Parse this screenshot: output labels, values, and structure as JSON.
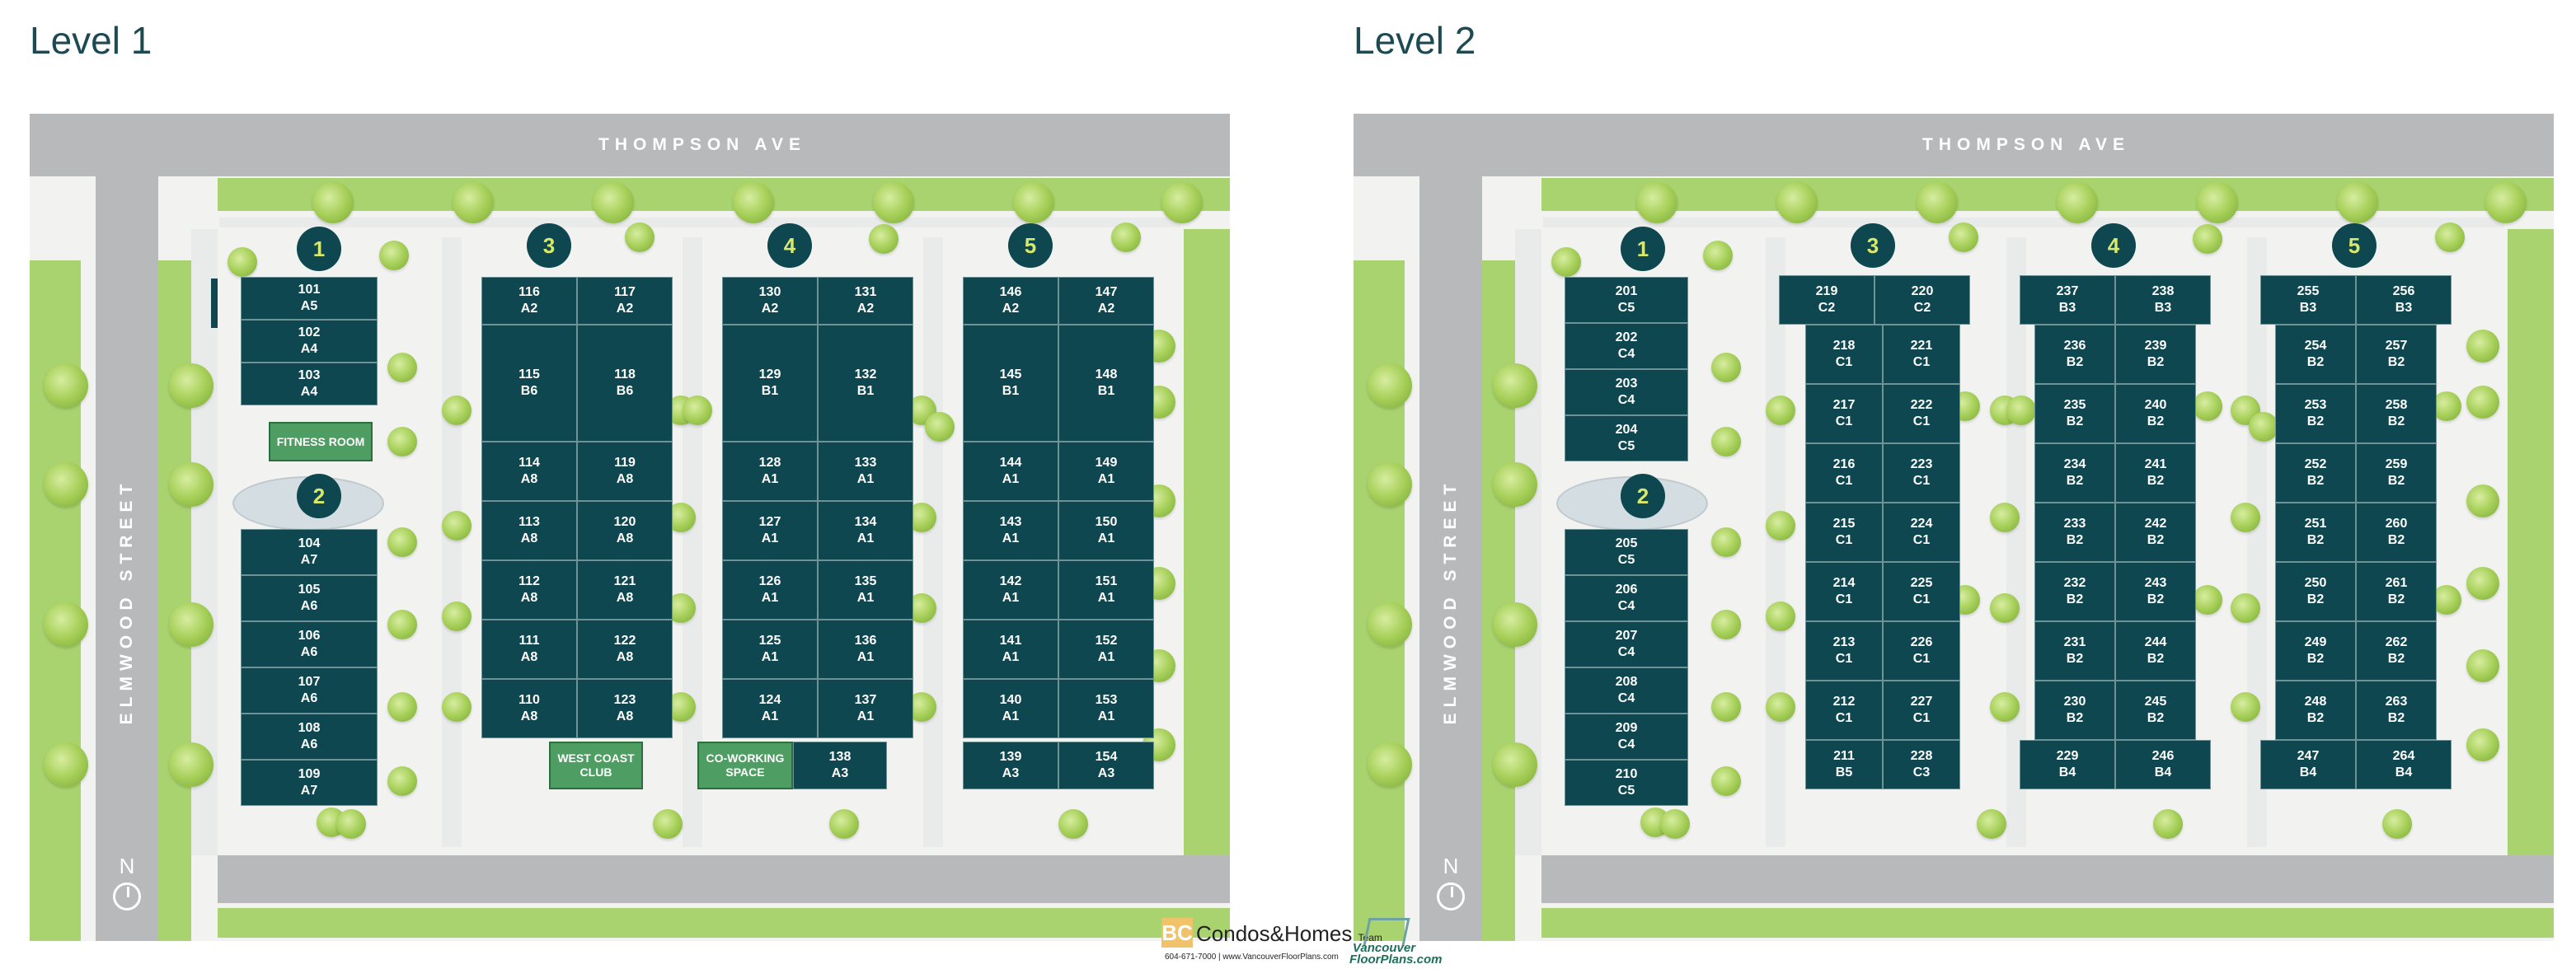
{
  "levels": [
    {
      "title": "Level 1",
      "street_top": "THOMPSON AVE",
      "street_left": "ELMWOOD STREET",
      "north": "N",
      "buildings": [
        "1",
        "2",
        "3",
        "4",
        "5"
      ],
      "amenities": {
        "fitness": "FITNESS ROOM",
        "west_coast": "WEST COAST CLUB",
        "coworking": "CO-WORKING SPACE"
      },
      "b1_top": [
        [
          "101",
          "A5"
        ],
        [
          "102",
          "A4"
        ],
        [
          "103",
          "A4"
        ]
      ],
      "b1_bottom": [
        [
          "104",
          "A7"
        ],
        [
          "105",
          "A6"
        ],
        [
          "106",
          "A6"
        ],
        [
          "107",
          "A6"
        ],
        [
          "108",
          "A6"
        ],
        [
          "109",
          "A7"
        ]
      ],
      "b3_top": [
        [
          "116",
          "A2"
        ],
        [
          "117",
          "A2"
        ]
      ],
      "b3_mid": [
        [
          "115",
          "B6"
        ],
        [
          "118",
          "B6"
        ]
      ],
      "b3_rows": [
        [
          [
            "114",
            "A8"
          ],
          [
            "119",
            "A8"
          ]
        ],
        [
          [
            "113",
            "A8"
          ],
          [
            "120",
            "A8"
          ]
        ],
        [
          [
            "112",
            "A8"
          ],
          [
            "121",
            "A8"
          ]
        ],
        [
          [
            "111",
            "A8"
          ],
          [
            "122",
            "A8"
          ]
        ],
        [
          [
            "110",
            "A8"
          ],
          [
            "123",
            "A8"
          ]
        ]
      ],
      "b4_top": [
        [
          "130",
          "A2"
        ],
        [
          "131",
          "A2"
        ]
      ],
      "b4_mid": [
        [
          "129",
          "B1"
        ],
        [
          "132",
          "B1"
        ]
      ],
      "b4_rows": [
        [
          [
            "128",
            "A1"
          ],
          [
            "133",
            "A1"
          ]
        ],
        [
          [
            "127",
            "A1"
          ],
          [
            "134",
            "A1"
          ]
        ],
        [
          [
            "126",
            "A1"
          ],
          [
            "135",
            "A1"
          ]
        ],
        [
          [
            "125",
            "A1"
          ],
          [
            "136",
            "A1"
          ]
        ],
        [
          [
            "124",
            "A1"
          ],
          [
            "137",
            "A1"
          ]
        ]
      ],
      "b4_last": [
        "138",
        "A3"
      ],
      "b5_top": [
        [
          "146",
          "A2"
        ],
        [
          "147",
          "A2"
        ]
      ],
      "b5_mid": [
        [
          "145",
          "B1"
        ],
        [
          "148",
          "B1"
        ]
      ],
      "b5_rows": [
        [
          [
            "144",
            "A1"
          ],
          [
            "149",
            "A1"
          ]
        ],
        [
          [
            "143",
            "A1"
          ],
          [
            "150",
            "A1"
          ]
        ],
        [
          [
            "142",
            "A1"
          ],
          [
            "151",
            "A1"
          ]
        ],
        [
          [
            "141",
            "A1"
          ],
          [
            "152",
            "A1"
          ]
        ],
        [
          [
            "140",
            "A1"
          ],
          [
            "153",
            "A1"
          ]
        ]
      ],
      "b5_last": [
        [
          "139",
          "A3"
        ],
        [
          "154",
          "A3"
        ]
      ]
    },
    {
      "title": "Level 2",
      "street_top": "THOMPSON AVE",
      "street_left": "ELMWOOD STREET",
      "north": "N",
      "buildings": [
        "1",
        "2",
        "3",
        "4",
        "5"
      ],
      "b1_top": [
        [
          "201",
          "C5"
        ],
        [
          "202",
          "C4"
        ],
        [
          "203",
          "C4"
        ],
        [
          "204",
          "C5"
        ]
      ],
      "b1_bottom": [
        [
          "205",
          "C5"
        ],
        [
          "206",
          "C4"
        ],
        [
          "207",
          "C4"
        ],
        [
          "208",
          "C4"
        ],
        [
          "209",
          "C4"
        ],
        [
          "210",
          "C5"
        ]
      ],
      "b3_top": [
        [
          "219",
          "C2"
        ],
        [
          "220",
          "C2"
        ]
      ],
      "b3_rows": [
        [
          [
            "218",
            "C1"
          ],
          [
            "221",
            "C1"
          ]
        ],
        [
          [
            "217",
            "C1"
          ],
          [
            "222",
            "C1"
          ]
        ],
        [
          [
            "216",
            "C1"
          ],
          [
            "223",
            "C1"
          ]
        ],
        [
          [
            "215",
            "C1"
          ],
          [
            "224",
            "C1"
          ]
        ],
        [
          [
            "214",
            "C1"
          ],
          [
            "225",
            "C1"
          ]
        ],
        [
          [
            "213",
            "C1"
          ],
          [
            "226",
            "C1"
          ]
        ],
        [
          [
            "212",
            "C1"
          ],
          [
            "227",
            "C1"
          ]
        ]
      ],
      "b3_last": [
        [
          "211",
          "B5"
        ],
        [
          "228",
          "C3"
        ]
      ],
      "b4_top": [
        [
          "237",
          "B3"
        ],
        [
          "238",
          "B3"
        ]
      ],
      "b4_rows": [
        [
          [
            "236",
            "B2"
          ],
          [
            "239",
            "B2"
          ]
        ],
        [
          [
            "235",
            "B2"
          ],
          [
            "240",
            "B2"
          ]
        ],
        [
          [
            "234",
            "B2"
          ],
          [
            "241",
            "B2"
          ]
        ],
        [
          [
            "233",
            "B2"
          ],
          [
            "242",
            "B2"
          ]
        ],
        [
          [
            "232",
            "B2"
          ],
          [
            "243",
            "B2"
          ]
        ],
        [
          [
            "231",
            "B2"
          ],
          [
            "244",
            "B2"
          ]
        ],
        [
          [
            "230",
            "B2"
          ],
          [
            "245",
            "B2"
          ]
        ]
      ],
      "b4_last": [
        [
          "229",
          "B4"
        ],
        [
          "246",
          "B4"
        ]
      ],
      "b5_top": [
        [
          "255",
          "B3"
        ],
        [
          "256",
          "B3"
        ]
      ],
      "b5_rows": [
        [
          [
            "254",
            "B2"
          ],
          [
            "257",
            "B2"
          ]
        ],
        [
          [
            "253",
            "B2"
          ],
          [
            "258",
            "B2"
          ]
        ],
        [
          [
            "252",
            "B2"
          ],
          [
            "259",
            "B2"
          ]
        ],
        [
          [
            "251",
            "B2"
          ],
          [
            "260",
            "B2"
          ]
        ],
        [
          [
            "250",
            "B2"
          ],
          [
            "261",
            "B2"
          ]
        ],
        [
          [
            "249",
            "B2"
          ],
          [
            "262",
            "B2"
          ]
        ],
        [
          [
            "248",
            "B2"
          ],
          [
            "263",
            "B2"
          ]
        ]
      ],
      "b5_last": [
        [
          "247",
          "B4"
        ],
        [
          "264",
          "B4"
        ]
      ]
    }
  ],
  "footer": {
    "bc_mark": "BC",
    "bc_brand": "Condos&Homes",
    "bc_team": "Team",
    "bc_contact": "604-671-7000 | www.VancouverFloorPlans.com",
    "vfp_line1": "Vancouver",
    "vfp_line2": "FloorPlans.com"
  },
  "colors": {
    "unit": "#0e4750",
    "amenity": "#4e9e63",
    "grass": "#a9d36f",
    "road": "#b8b9bb",
    "label_yellow": "#d8e86a"
  }
}
